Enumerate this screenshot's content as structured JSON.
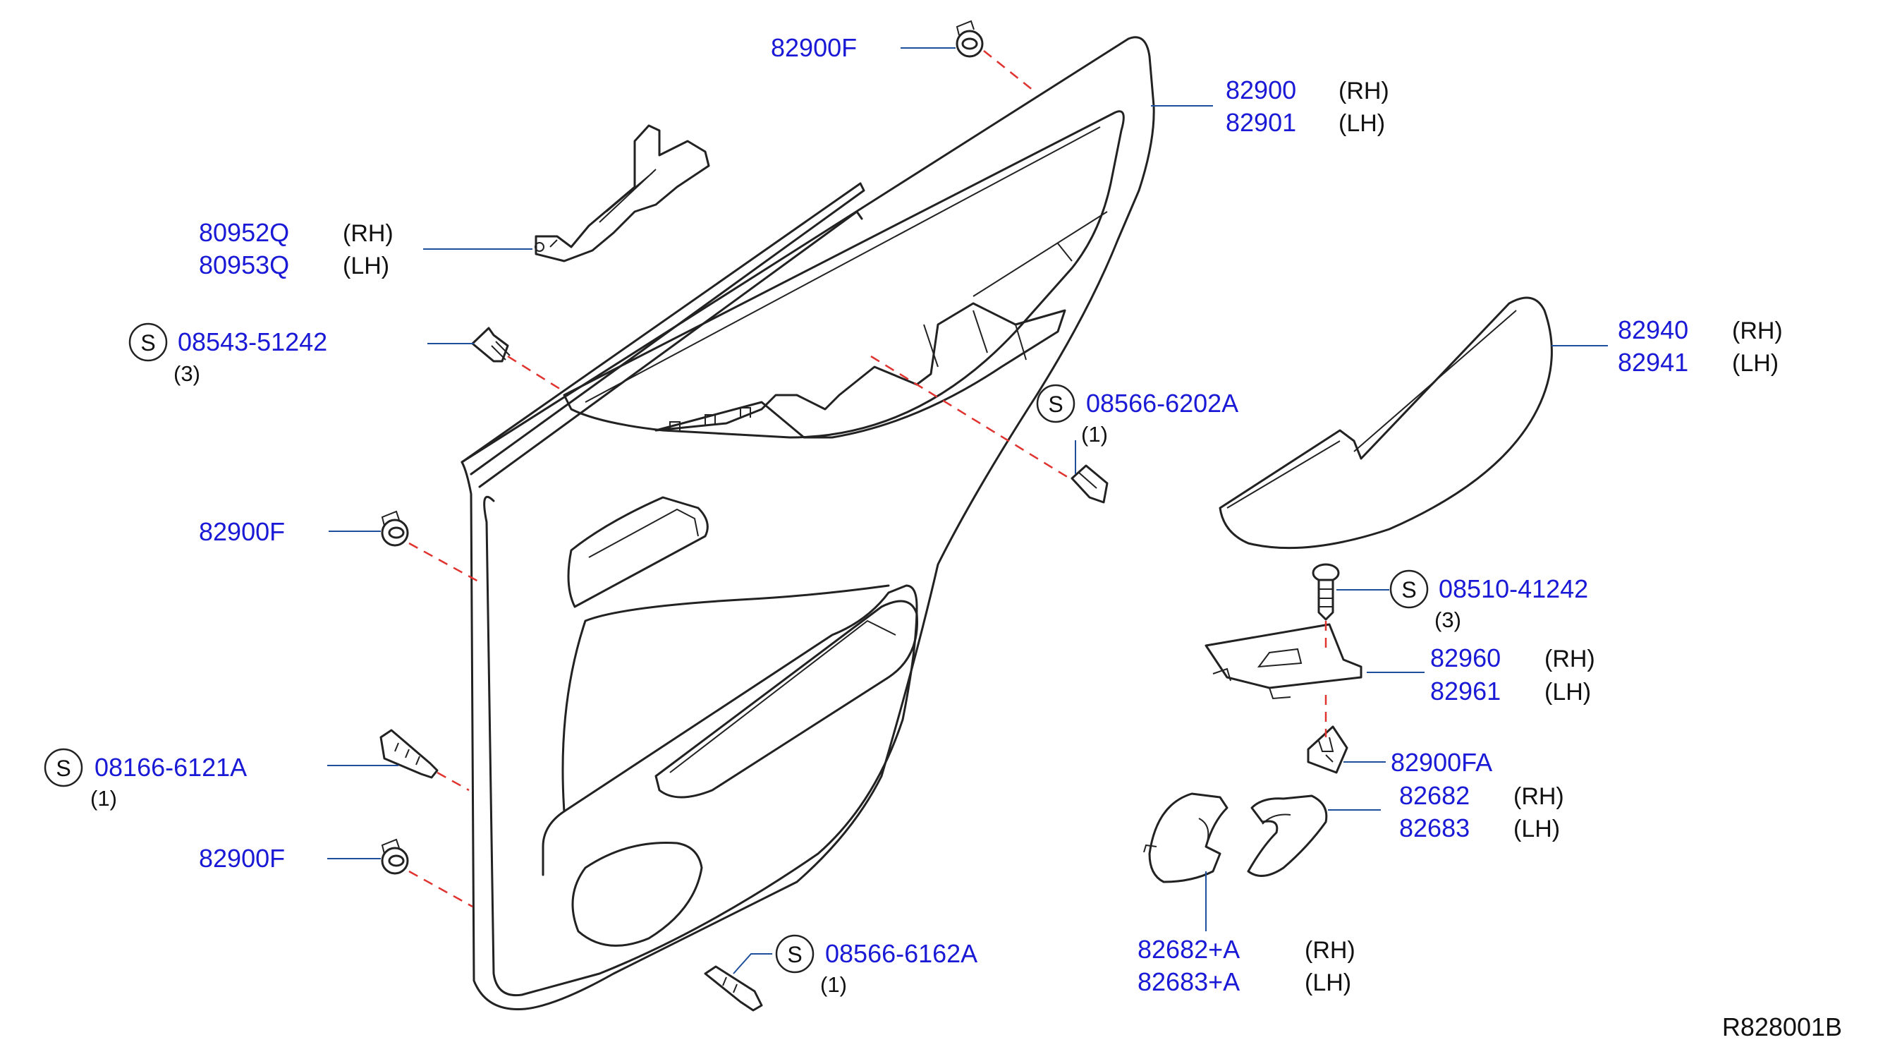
{
  "diagram": {
    "reference_code": "R828001B",
    "screw_symbol": "S",
    "labels": {
      "clip_top": "82900F",
      "finisher_rh": "82900",
      "finisher_lh": "82901",
      "finisher_rh_side": "(RH)",
      "finisher_lh_side": "(LH)",
      "bracket_rh": "80952Q",
      "bracket_lh": "80953Q",
      "bracket_rh_side": "(RH)",
      "bracket_lh_side": "(LH)",
      "screw_a": "08543-51242",
      "screw_a_qty": "(3)",
      "screw_b": "08566-6202A",
      "screw_b_qty": "(1)",
      "clip_mid": "82900F",
      "armrest_rh": "82940",
      "armrest_lh": "82941",
      "armrest_rh_side": "(RH)",
      "armrest_lh_side": "(LH)",
      "screw_c": "08510-41242",
      "screw_c_qty": "(3)",
      "switch_rh": "82960",
      "switch_lh": "82961",
      "switch_rh_side": "(RH)",
      "switch_lh_side": "(LH)",
      "screw_d": "08166-6121A",
      "screw_d_qty": "(1)",
      "clip_fa": "82900FA",
      "handle_esc_rh": "82682",
      "handle_esc_lh": "82683",
      "handle_esc_rh_side": "(RH)",
      "handle_esc_lh_side": "(LH)",
      "clip_low": "82900F",
      "screw_e": "08566-6162A",
      "screw_e_qty": "(1)",
      "handle_a_rh": "82682+A",
      "handle_a_lh": "82683+A",
      "handle_a_rh_side": "(RH)",
      "handle_a_lh_side": "(LH)"
    }
  }
}
